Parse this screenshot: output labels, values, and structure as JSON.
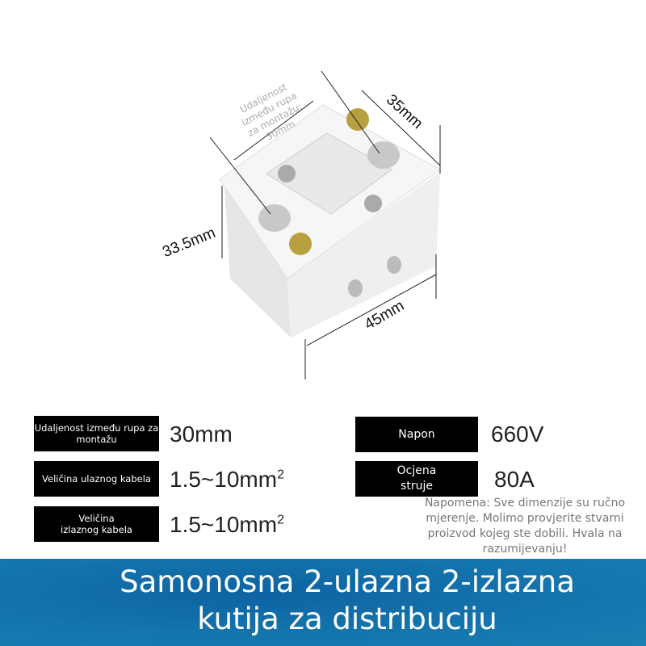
{
  "dimensions": {
    "depth": "35mm",
    "height": "33.5mm",
    "width": "45mm",
    "mounting_note": "Udaljenost između rupa za montažu: 30mm"
  },
  "specs_left": [
    {
      "label": "Udaljenost između rupa za montažu",
      "value": "30mm",
      "sup": ""
    },
    {
      "label": "Veličina ulaznog kabela",
      "value": "1.5~10mm",
      "sup": "2"
    },
    {
      "label": "Veličina izlaznog kabela",
      "value": "1.5~10mm",
      "sup": "2"
    }
  ],
  "specs_right": [
    {
      "label": "Napon",
      "value": "660V"
    },
    {
      "label": "Ocjena struje",
      "value": "80A"
    }
  ],
  "note": "Napomena: Sve dimenzije su ručno mjerenje. Molimo provjerite stvarni proizvod kojeg ste dobili. Hvala na razumijevanju!",
  "banner": {
    "line1": "Samonosna 2-ulazna 2-izlazna",
    "line2": "kutija za distribuciju",
    "color": "#1576ad"
  }
}
